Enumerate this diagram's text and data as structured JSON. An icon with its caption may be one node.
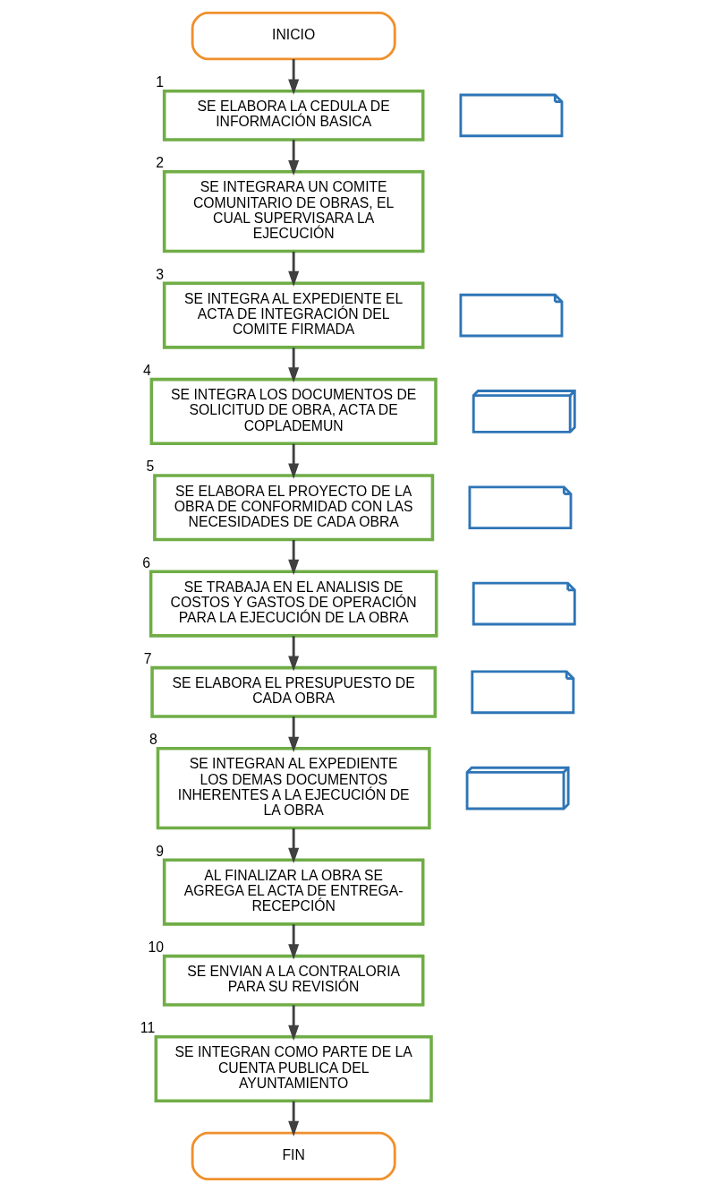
{
  "diagram": {
    "nodes": [
      {
        "text": [
          "INICIO"
        ]
      },
      {
        "text": [
          "SE ELABORA LA CEDULA DE INFORMACIÓN BASICA"
        ],
        "beside": [
          "1"
        ]
      },
      {
        "text": [],
        "shape": "document"
      },
      {
        "text": [
          "SE INTEGRARA UN COMITE COMUNITARIO DE OBRAS, EL CUAL SUPERVISARA LA EJECUCIÓN"
        ],
        "beside": [
          "2"
        ]
      },
      {
        "text": [
          "SE INTEGRA AL EXPEDIENTE EL ACTA DE INTEGRACIÓN DEL COMITE FIRMADA"
        ],
        "beside": [
          "3"
        ]
      },
      {
        "text": [],
        "shape": "document"
      },
      {
        "text": [
          "SE INTEGRA LOS DOCUMENTOS DE SOLICITUD DE OBRA, ACTA DE COPLADEMUN"
        ],
        "beside": [
          "4"
        ]
      },
      {
        "text": [],
        "shape": "documents"
      },
      {
        "text": [
          "SE ELABORA EL PROYECTO DE LA OBRA DE CONFORMIDAD CON LAS NECESIDADES DE CADA OBRA"
        ],
        "beside": [
          "5"
        ]
      },
      {
        "text": [],
        "shape": "document"
      },
      {
        "text": [
          "SE TRABAJA EN EL ANALISIS DE COSTOS Y GASTOS DE OPERACIÓN PARA LA EJECUCIÓN DE LA OBRA"
        ],
        "beside": [
          "6"
        ]
      },
      {
        "text": [],
        "shape": "document"
      },
      {
        "text": [
          "SE ELABORA EL PRESUPUESTO DE CADA OBRA"
        ],
        "beside": [
          "7"
        ]
      },
      {
        "text": [],
        "shape": "document"
      },
      {
        "text": [
          "SE INTEGRAN AL EXPEDIENTE LOS DEMAS DOCUMENTOS INHERENTES A LA EJECUCIÓN DE LA OBRA"
        ],
        "beside": [
          "8"
        ]
      },
      {
        "text": [],
        "shape": "documents"
      },
      {
        "text": [
          "AL FINALIZAR LA OBRA SE AGREGA EL ACTA DE ENTREGA-RECEPCIÓN"
        ],
        "beside": [
          "9"
        ]
      },
      {
        "text": [
          "SE ENVIAN A LA CONTRALORIA PARA SU REVISIÓN"
        ],
        "beside": [
          "10"
        ]
      },
      {
        "text": [
          "SE INTEGRAN COMO PARTE DE LA CUENTA PUBLICA DEL AYUNTAMIENTO"
        ],
        "beside": [
          "11"
        ]
      },
      {
        "text": [
          "FIN"
        ]
      }
    ],
    "edges": [
      {
        "from": 0,
        "to": 1,
        "arrow": "to"
      },
      {
        "from": 1,
        "to": 3,
        "arrow": "to"
      },
      {
        "from": 3,
        "to": 4,
        "arrow": "to"
      },
      {
        "from": 4,
        "to": 6,
        "arrow": "to"
      },
      {
        "from": 6,
        "to": 8,
        "arrow": "to"
      },
      {
        "from": 8,
        "to": 10,
        "arrow": "to"
      },
      {
        "from": 10,
        "to": 12,
        "arrow": "to"
      },
      {
        "from": 12,
        "to": 14,
        "arrow": "to"
      },
      {
        "from": 14,
        "to": 16,
        "arrow": "to"
      },
      {
        "from": 16,
        "to": 17,
        "arrow": "to"
      },
      {
        "from": 17,
        "to": 18,
        "arrow": "to"
      },
      {
        "from": 18,
        "to": 19,
        "arrow": "to"
      }
    ]
  }
}
